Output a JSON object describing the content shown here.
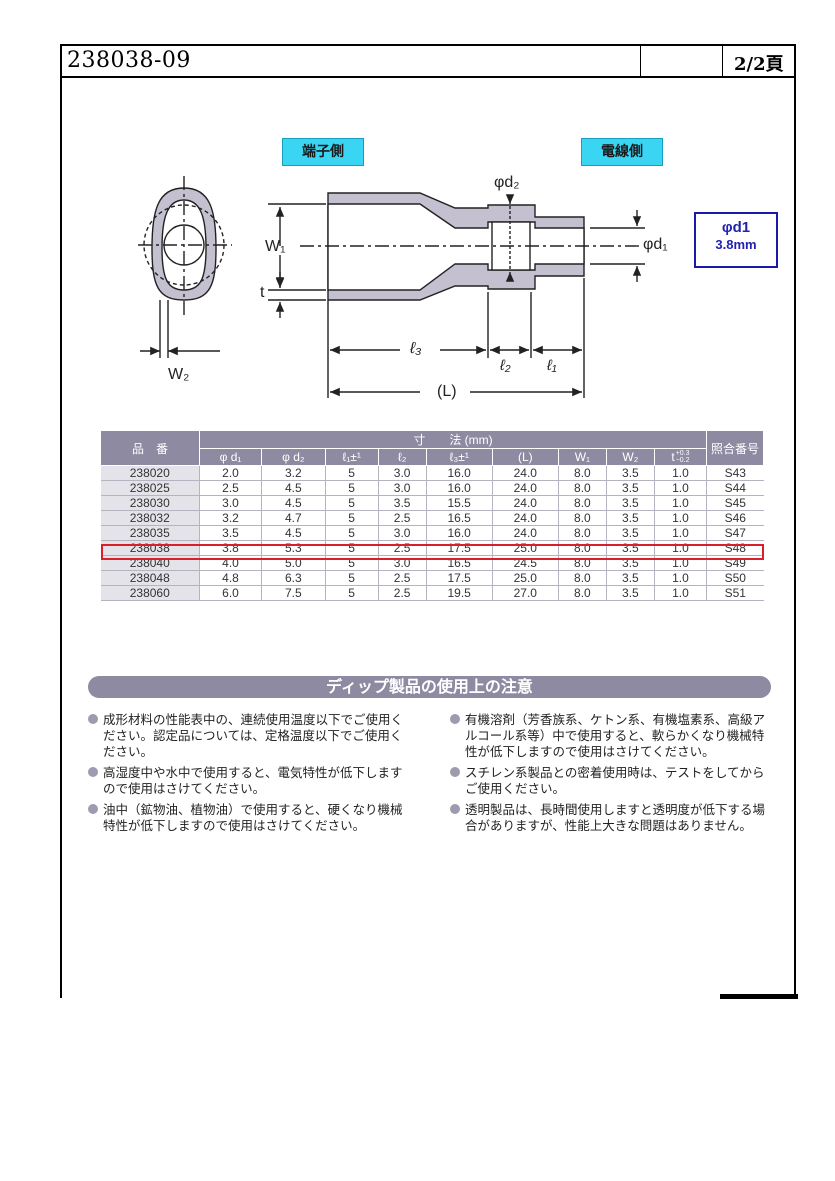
{
  "header": {
    "doc_number": "238038-09",
    "page": "2/2頁"
  },
  "diagram": {
    "terminal_side": "端子側",
    "wire_side": "電線側",
    "labels": {
      "phi_d2": "φd₂",
      "phi_d1": "φd₁",
      "w1": "W₁",
      "t": "t",
      "l3": "ℓ₃",
      "l2": "ℓ₂",
      "l1": "ℓ₁",
      "L": "(L)",
      "w2": "W₂"
    },
    "d1_box": {
      "label": "φd1",
      "value": "3.8mm"
    }
  },
  "table": {
    "header_part": "品　番",
    "header_dims": "寸　　法 (mm)",
    "header_ref": "照合番号",
    "columns": [
      "φ d₁",
      "φ d₂",
      "ℓ₁±¹",
      "ℓ₂",
      "ℓ₃±¹",
      "(L)",
      "W₁",
      "W₂",
      "t+0.3/-0.2"
    ],
    "column_t_main": "t",
    "column_t_sup": "+0.3",
    "column_t_sub": "−0.2",
    "rows": [
      [
        "238020",
        "2.0",
        "3.2",
        "5",
        "3.0",
        "16.0",
        "24.0",
        "8.0",
        "3.5",
        "1.0",
        "S43"
      ],
      [
        "238025",
        "2.5",
        "4.5",
        "5",
        "3.0",
        "16.0",
        "24.0",
        "8.0",
        "3.5",
        "1.0",
        "S44"
      ],
      [
        "238030",
        "3.0",
        "4.5",
        "5",
        "3.5",
        "15.5",
        "24.0",
        "8.0",
        "3.5",
        "1.0",
        "S45"
      ],
      [
        "238032",
        "3.2",
        "4.7",
        "5",
        "2.5",
        "16.5",
        "24.0",
        "8.0",
        "3.5",
        "1.0",
        "S46"
      ],
      [
        "238035",
        "3.5",
        "4.5",
        "5",
        "3.0",
        "16.0",
        "24.0",
        "8.0",
        "3.5",
        "1.0",
        "S47"
      ],
      [
        "238038",
        "3.8",
        "5.3",
        "5",
        "2.5",
        "17.5",
        "25.0",
        "8.0",
        "3.5",
        "1.0",
        "S48"
      ],
      [
        "238040",
        "4.0",
        "5.0",
        "5",
        "3.0",
        "16.5",
        "24.5",
        "8.0",
        "3.5",
        "1.0",
        "S49"
      ],
      [
        "238048",
        "4.8",
        "6.3",
        "5",
        "2.5",
        "17.5",
        "25.0",
        "8.0",
        "3.5",
        "1.0",
        "S50"
      ],
      [
        "238060",
        "6.0",
        "7.5",
        "5",
        "2.5",
        "19.5",
        "27.0",
        "8.0",
        "3.5",
        "1.0",
        "S51"
      ]
    ],
    "highlighted_part": "238038"
  },
  "notice": {
    "title": "ディップ製品の使用上の注意",
    "left": [
      "成形材料の性能表中の、連続使用温度以下でご使用ください。認定品については、定格温度以下でご使用ください。",
      "高湿度中や水中で使用すると、電気特性が低下しますので使用はさけてください。",
      "油中（鉱物油、植物油）で使用すると、硬くなり機械特性が低下しますので使用はさけてください。"
    ],
    "right": [
      "有機溶剤（芳香族系、ケトン系、有機塩素系、高級アルコール系等）中で使用すると、軟らかくなり機械特性が低下しますので使用はさけてください。",
      "スチレン系製品との密着使用時は、テストをしてからご使用ください。",
      "透明製品は、長時間使用しますと透明度が低下する場合がありますが、性能上大きな問題はありません。"
    ]
  },
  "colors": {
    "table_header": "#8e8aa2",
    "part_col": "#e4e3ea",
    "highlight": "#d8202a",
    "side_box": "#3ad5f3",
    "d1_box": "#1a1aa8",
    "sleeve": "#c4c0d0"
  }
}
